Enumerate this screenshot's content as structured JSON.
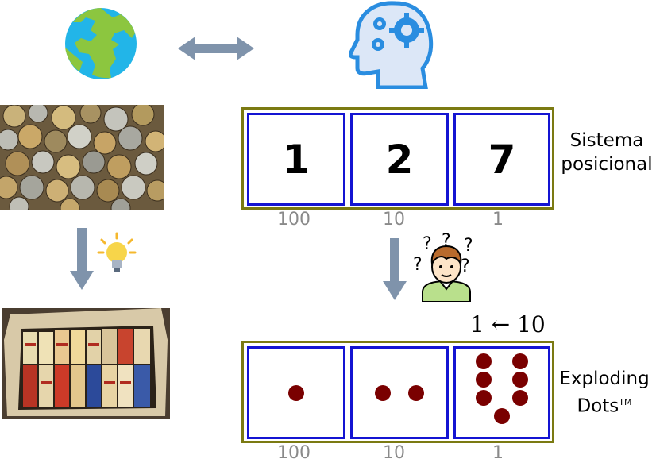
{
  "positional_system": {
    "digits": [
      "1",
      "2",
      "7"
    ],
    "place_values": [
      "100",
      "10",
      "1"
    ],
    "label_line1": "Sistema",
    "label_line2": "posicional"
  },
  "exploding_dots": {
    "dot_counts": [
      1,
      2,
      7
    ],
    "place_values": [
      "100",
      "10",
      "1"
    ],
    "rule": "1 ← 10",
    "label_line1": "Exploding",
    "label_line2": "Dots",
    "trademark": "TM"
  },
  "colors": {
    "frame": "#7b7a12",
    "cell": "#1414d2",
    "dot": "#7a0000",
    "arrow": "#7f93ab",
    "place_value_text": "#8a8a8a"
  },
  "icons": [
    "globe-icon",
    "double-arrow-icon",
    "brain-gears-head-icon",
    "coins-photo",
    "down-arrow-icon",
    "lightbulb-icon",
    "box-of-packs-photo",
    "down-arrow-icon",
    "confused-person-icon"
  ]
}
